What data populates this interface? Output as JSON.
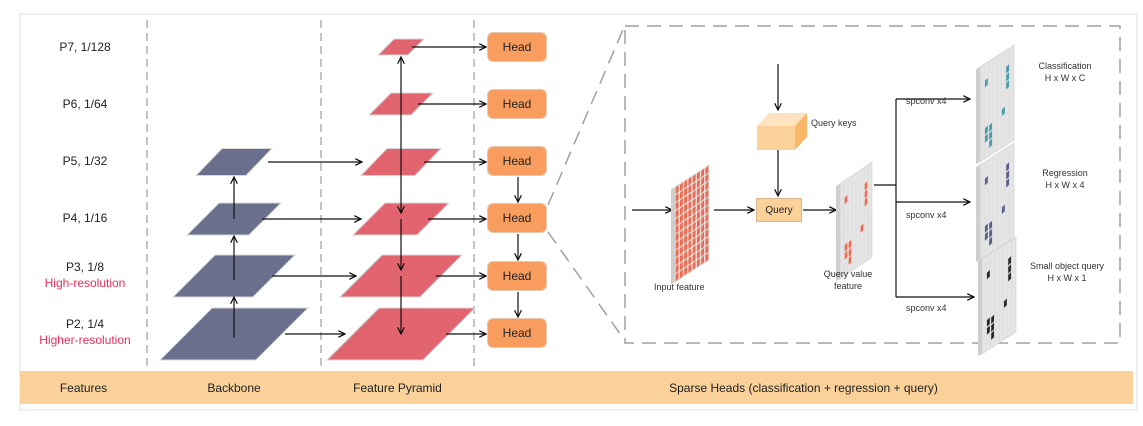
{
  "features": {
    "rows": [
      {
        "label": "P7, 1/128",
        "note": ""
      },
      {
        "label": "P6, 1/64",
        "note": ""
      },
      {
        "label": "P5, 1/32",
        "note": ""
      },
      {
        "label": "P4, 1/16",
        "note": ""
      },
      {
        "label": "P3, 1/8",
        "note": "High-resolution"
      },
      {
        "label": "P2, 1/4",
        "note": "Higher-resolution"
      }
    ]
  },
  "heads": {
    "label": "Head",
    "count": 6
  },
  "sparse_head_detail": {
    "input_feature_label": "Input feature",
    "query_keys_label": "Query keys",
    "query_label": "Query",
    "query_value_label_line1": "Query value",
    "query_value_label_line2": "feature",
    "spconv_label": "spconv x4",
    "outputs": [
      {
        "title": "Classification",
        "shape": "H x W x C",
        "color": "#4a9ca8"
      },
      {
        "title": "Regression",
        "shape": "H x W x 4",
        "color": "#5a5f8a"
      },
      {
        "title": "Small object query",
        "shape": "H x W x 1",
        "color": "#2a2a2a"
      }
    ]
  },
  "colors": {
    "backbone": "#6b6f8e",
    "pyramid": "#e2646e",
    "head": "#f99d5e",
    "band": "#fad199",
    "highlight_text": "#e8305a",
    "input_cells": "#f0694e"
  },
  "bottom_band": {
    "features": "Features",
    "backbone": "Backbone",
    "pyramid": "Feature Pyramid",
    "sparse_heads": "Sparse Heads (classification + regression + query)"
  }
}
